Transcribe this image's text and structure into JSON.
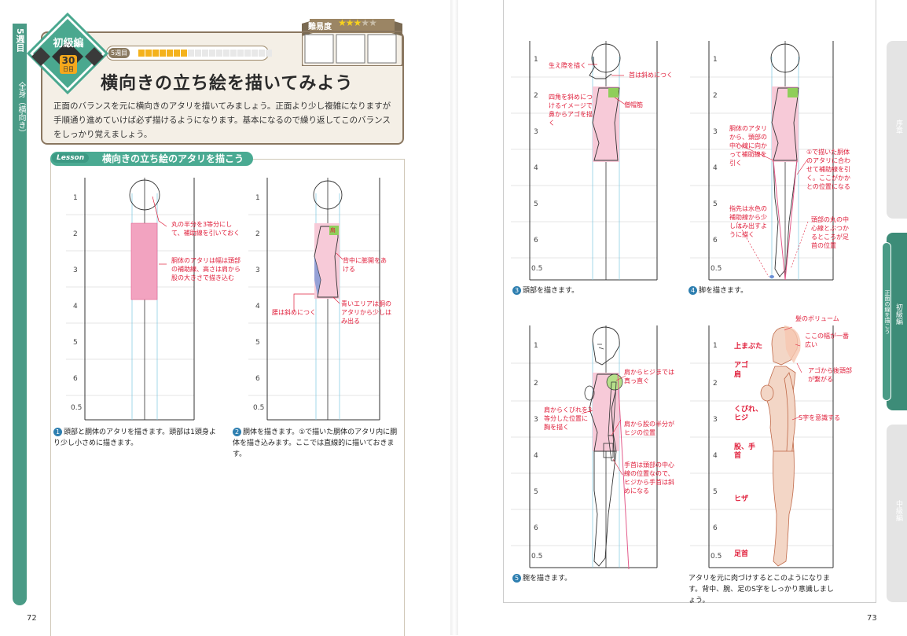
{
  "left_page": {
    "page_number": "72",
    "side_tab_week": "5週目",
    "side_tab_topic": "全身（横向き）",
    "badge_level": "初級編",
    "badge_day_num": "30",
    "badge_day_unit": "日目",
    "week_label": "5週目",
    "progress_filled": 7,
    "progress_total": 19,
    "difficulty_label": "難易度",
    "difficulty_stars": 3,
    "difficulty_max": 5,
    "title": "横向きの立ち絵を描いてみよう",
    "intro": "正面のバランスを元に横向きのアタリを描いてみましょう。正面より少し複雑になりますが手順通り進めていけば必ず描けるようになります。基本になるので繰り返してこのバランスをしっかり覚えましょう。",
    "lesson_label": "Lesson",
    "lesson_title": "横向きの立ち絵のアタリを描こう",
    "fig1": {
      "rows": [
        "1",
        "2",
        "3",
        "4",
        "5",
        "6",
        "0.5"
      ],
      "ann_head": "丸の半分を3等分にして、補助線を引いておく",
      "ann_torso": "胴体のアタリは幅は頭部の補助線、高さは肩から股の大きさで描き込む",
      "caption_num": "1",
      "caption": "頭部と胴体のアタリを描きます。頭部は1頭身より少し小さめに描きます。"
    },
    "fig2": {
      "rows": [
        "1",
        "2",
        "3",
        "4",
        "5",
        "6",
        "0.5"
      ],
      "ann_shoulder": "肩",
      "ann_back": "背中に膨開をあける",
      "ann_waist": "腰は斜めにつく",
      "ann_blue": "青いエリアは胴のアタリから少しはみ出る",
      "caption_num": "2",
      "caption": "胴体を描きます。①で描いた胴体のアタリ内に胴体を描き込みます。ここでは直線的に描いておきます。"
    }
  },
  "right_page": {
    "page_number": "73",
    "tabs": [
      {
        "label": "序章",
        "color": "#e4e4e4"
      },
      {
        "label": "初級編",
        "sub": "正面の線を描こう",
        "color": "#3d8c78"
      },
      {
        "label": "中級編",
        "color": "#e4e4e4"
      }
    ],
    "fig3": {
      "rows": [
        "1",
        "2",
        "3",
        "4",
        "5",
        "6",
        "0.5"
      ],
      "ann_hair": "生え際を描く",
      "ann_neck": "首は斜めにつく",
      "ann_box": "四角を斜めにつけるイメージで鼻からアゴを描く",
      "ann_muscle": "僧帽筋",
      "caption_num": "3",
      "caption": "頭部を描きます。"
    },
    "fig4": {
      "rows": [
        "1",
        "2",
        "3",
        "4",
        "5",
        "6",
        "0.5"
      ],
      "ann_torso": "胴体のアタリから、頭部の中心線に向かって補助線を引く",
      "ann_line": "①で描いた胴体のアタリに合わせて補助線を引く。ここがかかとの位置になる",
      "ann_toe": "指先は水色の補助線から少しはみ出すように描く",
      "ann_ankle": "頭部の丸の中心線とぶつかるところが足首の位置",
      "caption_num": "4",
      "caption": "脚を描きます。"
    },
    "fig5": {
      "rows": [
        "1",
        "2",
        "3",
        "4",
        "5",
        "6",
        "0.5"
      ],
      "ann_shoulder": "肩からヒジまでは真っ直ぐ",
      "ann_chest": "肩からくびれを3等分した位置に胸を描く",
      "ann_elbow": "肩から股の半分がヒジの位置",
      "ann_wrist": "手首は頭部の中心線の位置なので、ヒジから手首は斜めになる",
      "caption_num": "5",
      "caption": "腕を描きます。"
    },
    "fig6": {
      "rows": [
        "1",
        "2",
        "3",
        "4",
        "5",
        "6",
        "0.5"
      ],
      "ann_volume": "髪のボリューム",
      "ann_widest": "ここの幅が一番広い",
      "ann_jaw": "アゴから後頭部が繋がる",
      "ann_s": "S字を意識する",
      "label_eyelid": "上まぶた",
      "label_jaw": "アゴ",
      "label_shoulder": "肩",
      "label_waist": "くびれ、ヒジ",
      "label_crotch": "股、手首",
      "label_knee": "ヒザ",
      "label_ankle": "足首",
      "caption": "アタリを元に肉づけするとこのようになります。背中、腕、足のS字をしっかり意識しましょう。"
    }
  }
}
